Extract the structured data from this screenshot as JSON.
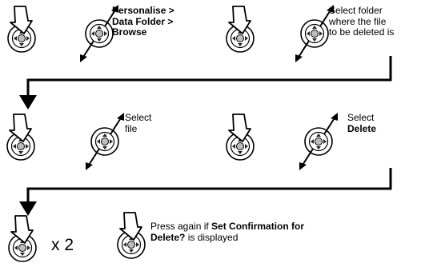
{
  "steps_row1": [
    {
      "icon": "press-center-icon"
    },
    {
      "icon": "scroll-icon",
      "text_lines": [
        "Personalise >",
        "Data Folder >",
        "Browse"
      ],
      "bold": true
    },
    {
      "icon": "press-center-icon"
    },
    {
      "icon": "scroll-icon",
      "text_lines": [
        "Select folder",
        "where the file",
        "to be deleted is"
      ],
      "bold": false
    }
  ],
  "steps_row2": [
    {
      "icon": "press-center-icon"
    },
    {
      "icon": "scroll-icon",
      "text_lines": [
        "Select",
        "file"
      ]
    },
    {
      "icon": "press-center-icon"
    },
    {
      "icon": "scroll-icon",
      "text_lines": [
        "Select",
        "Delete"
      ],
      "bold_line": 1
    }
  ],
  "steps_row3": [
    {
      "icon": "press-center-icon",
      "multiplier": "x 2"
    },
    {
      "icon": "press-center-icon",
      "text_parts": [
        "Press again if ",
        "Set Confirmation for",
        "Delete?",
        " is displayed"
      ]
    }
  ]
}
